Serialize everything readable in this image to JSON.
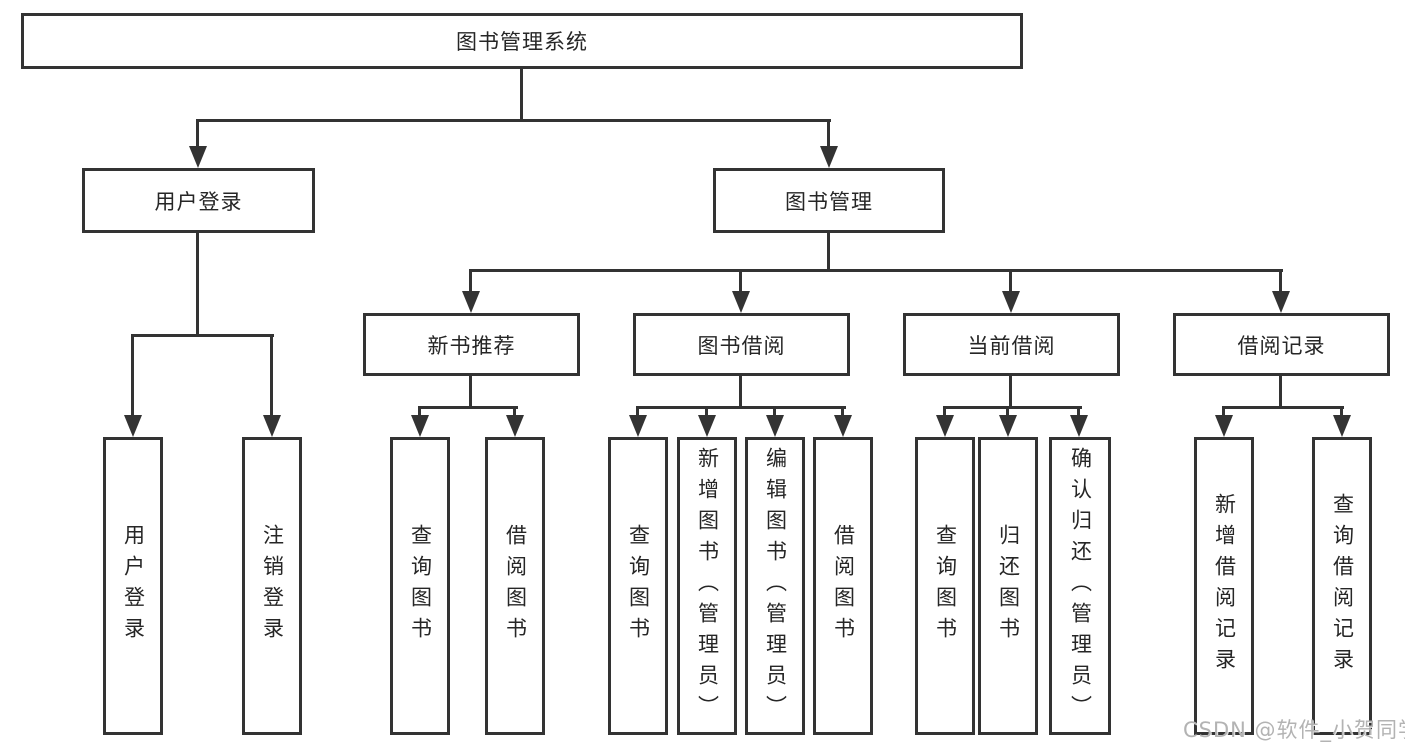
{
  "diagram": {
    "root": {
      "label": "图书管理系统"
    },
    "level2": [
      {
        "label": "用户登录"
      },
      {
        "label": "图书管理"
      }
    ],
    "level3": [
      {
        "label": "新书推荐"
      },
      {
        "label": "图书借阅"
      },
      {
        "label": "当前借阅"
      },
      {
        "label": "借阅记录"
      }
    ],
    "leaves": {
      "login": [
        "用户登录",
        "注销登录"
      ],
      "recommend": [
        "查询图书",
        "借阅图书"
      ],
      "borrow": [
        "查询图书",
        "新增图书（管理员）",
        "编辑图书（管理员）",
        "借阅图书"
      ],
      "current": [
        "查询图书",
        "归还图书",
        "确认归还（管理员）"
      ],
      "records": [
        "新增借阅记录",
        "查询借阅记录"
      ]
    }
  },
  "watermark": {
    "text": "CSDN @软件_小贺同学"
  },
  "colors": {
    "line": "#333333",
    "text": "#262626",
    "watermark": "#b3b3b3",
    "background": "#ffffff"
  }
}
